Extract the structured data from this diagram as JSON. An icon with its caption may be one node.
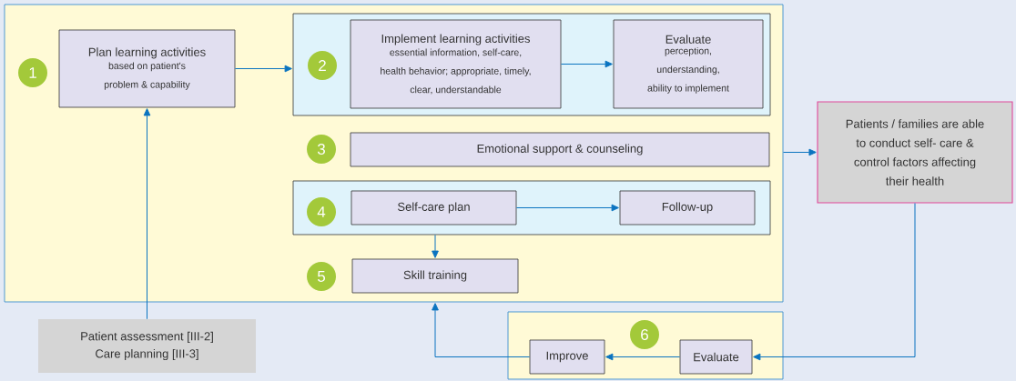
{
  "diagram": {
    "nodes": [
      {
        "text": [],
        "shape": "box"
      },
      {
        "text": [
          "1"
        ],
        "in": 0
      },
      {
        "text": [
          "Plan learning activities",
          "based on patient's problem & capability"
        ],
        "in": 0
      },
      {
        "text": [],
        "shape": "box",
        "in": 0
      },
      {
        "text": [
          "2"
        ],
        "in": 3
      },
      {
        "text": [
          "Implement learning activities",
          "essential information, self-care, health behavior; appropriate, timely, clear, understandable"
        ],
        "in": 3
      },
      {
        "text": [
          "Evaluate",
          "perception, understanding, ability to implement"
        ],
        "in": 3
      },
      {
        "text": [
          "3"
        ],
        "in": 0
      },
      {
        "text": [
          "Emotional support & counseling"
        ],
        "in": 0
      },
      {
        "text": [],
        "shape": "box",
        "in": 0
      },
      {
        "text": [
          "4"
        ],
        "in": 9
      },
      {
        "text": [
          "Self-care plan"
        ],
        "in": 9
      },
      {
        "text": [
          "Follow-up"
        ],
        "in": 9
      },
      {
        "text": [
          "5"
        ],
        "in": 0
      },
      {
        "text": [
          "Skill training"
        ],
        "in": 0
      },
      {
        "text": [
          "Patients / families are able to conduct self- care & control factors affecting their health"
        ]
      },
      {
        "text": [
          "Patient assessment [III-2]",
          "Care planning [III-3]"
        ]
      },
      {
        "text": [],
        "shape": "box"
      },
      {
        "text": [
          "6"
        ],
        "in": 17
      },
      {
        "text": [
          "Improve"
        ],
        "in": 17
      },
      {
        "text": [
          "Evaluate"
        ],
        "in": 17
      }
    ],
    "edges": [
      {
        "from": 2,
        "to": 3,
        "arrow": "to"
      },
      {
        "from": 5,
        "to": 6,
        "arrow": "to"
      },
      {
        "from": 0,
        "to": 15,
        "arrow": "to"
      },
      {
        "from": 11,
        "to": 12,
        "arrow": "to"
      },
      {
        "from": 9,
        "to": 14,
        "arrow": "to"
      },
      {
        "from": 16,
        "to": 2,
        "arrow": "to"
      },
      {
        "from": 15,
        "to": 20,
        "arrow": "to"
      },
      {
        "from": 20,
        "to": 19,
        "arrow": "to"
      },
      {
        "from": 19,
        "to": 0,
        "arrow": "to"
      }
    ]
  }
}
